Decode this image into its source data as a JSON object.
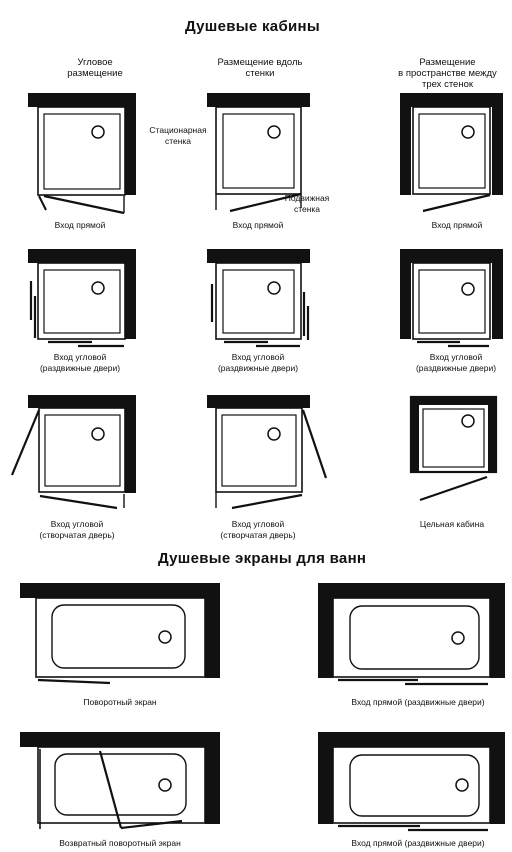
{
  "cabins": {
    "title": "Душевые кабины",
    "headers": [
      "Угловое\nразмещение",
      "Размещение вдоль\nстенки",
      "Размещение\nв пространстве между\nтрех стенок"
    ],
    "callout_fixed": "Стационарная\nстенка",
    "callout_sliding": "Подвижная\nстенка",
    "captions": [
      "Вход прямой",
      "Вход прямой",
      "Вход прямой",
      "Вход угловой\n(раздвижные двери)",
      "Вход угловой\n(раздвижные двери)",
      "Вход угловой\n(раздвижные двери)",
      "Вход угловой\n(створчатая дверь)",
      "Вход угловой\n(створчатая дверь)",
      "Цельная кабина"
    ]
  },
  "screens": {
    "title": "Душевые экраны для ванн",
    "captions": [
      "Поворотный экран",
      "Вход прямой (раздвижные двери)",
      "Возвратный поворотный экран",
      "Вход прямой (раздвижные двери)"
    ]
  }
}
